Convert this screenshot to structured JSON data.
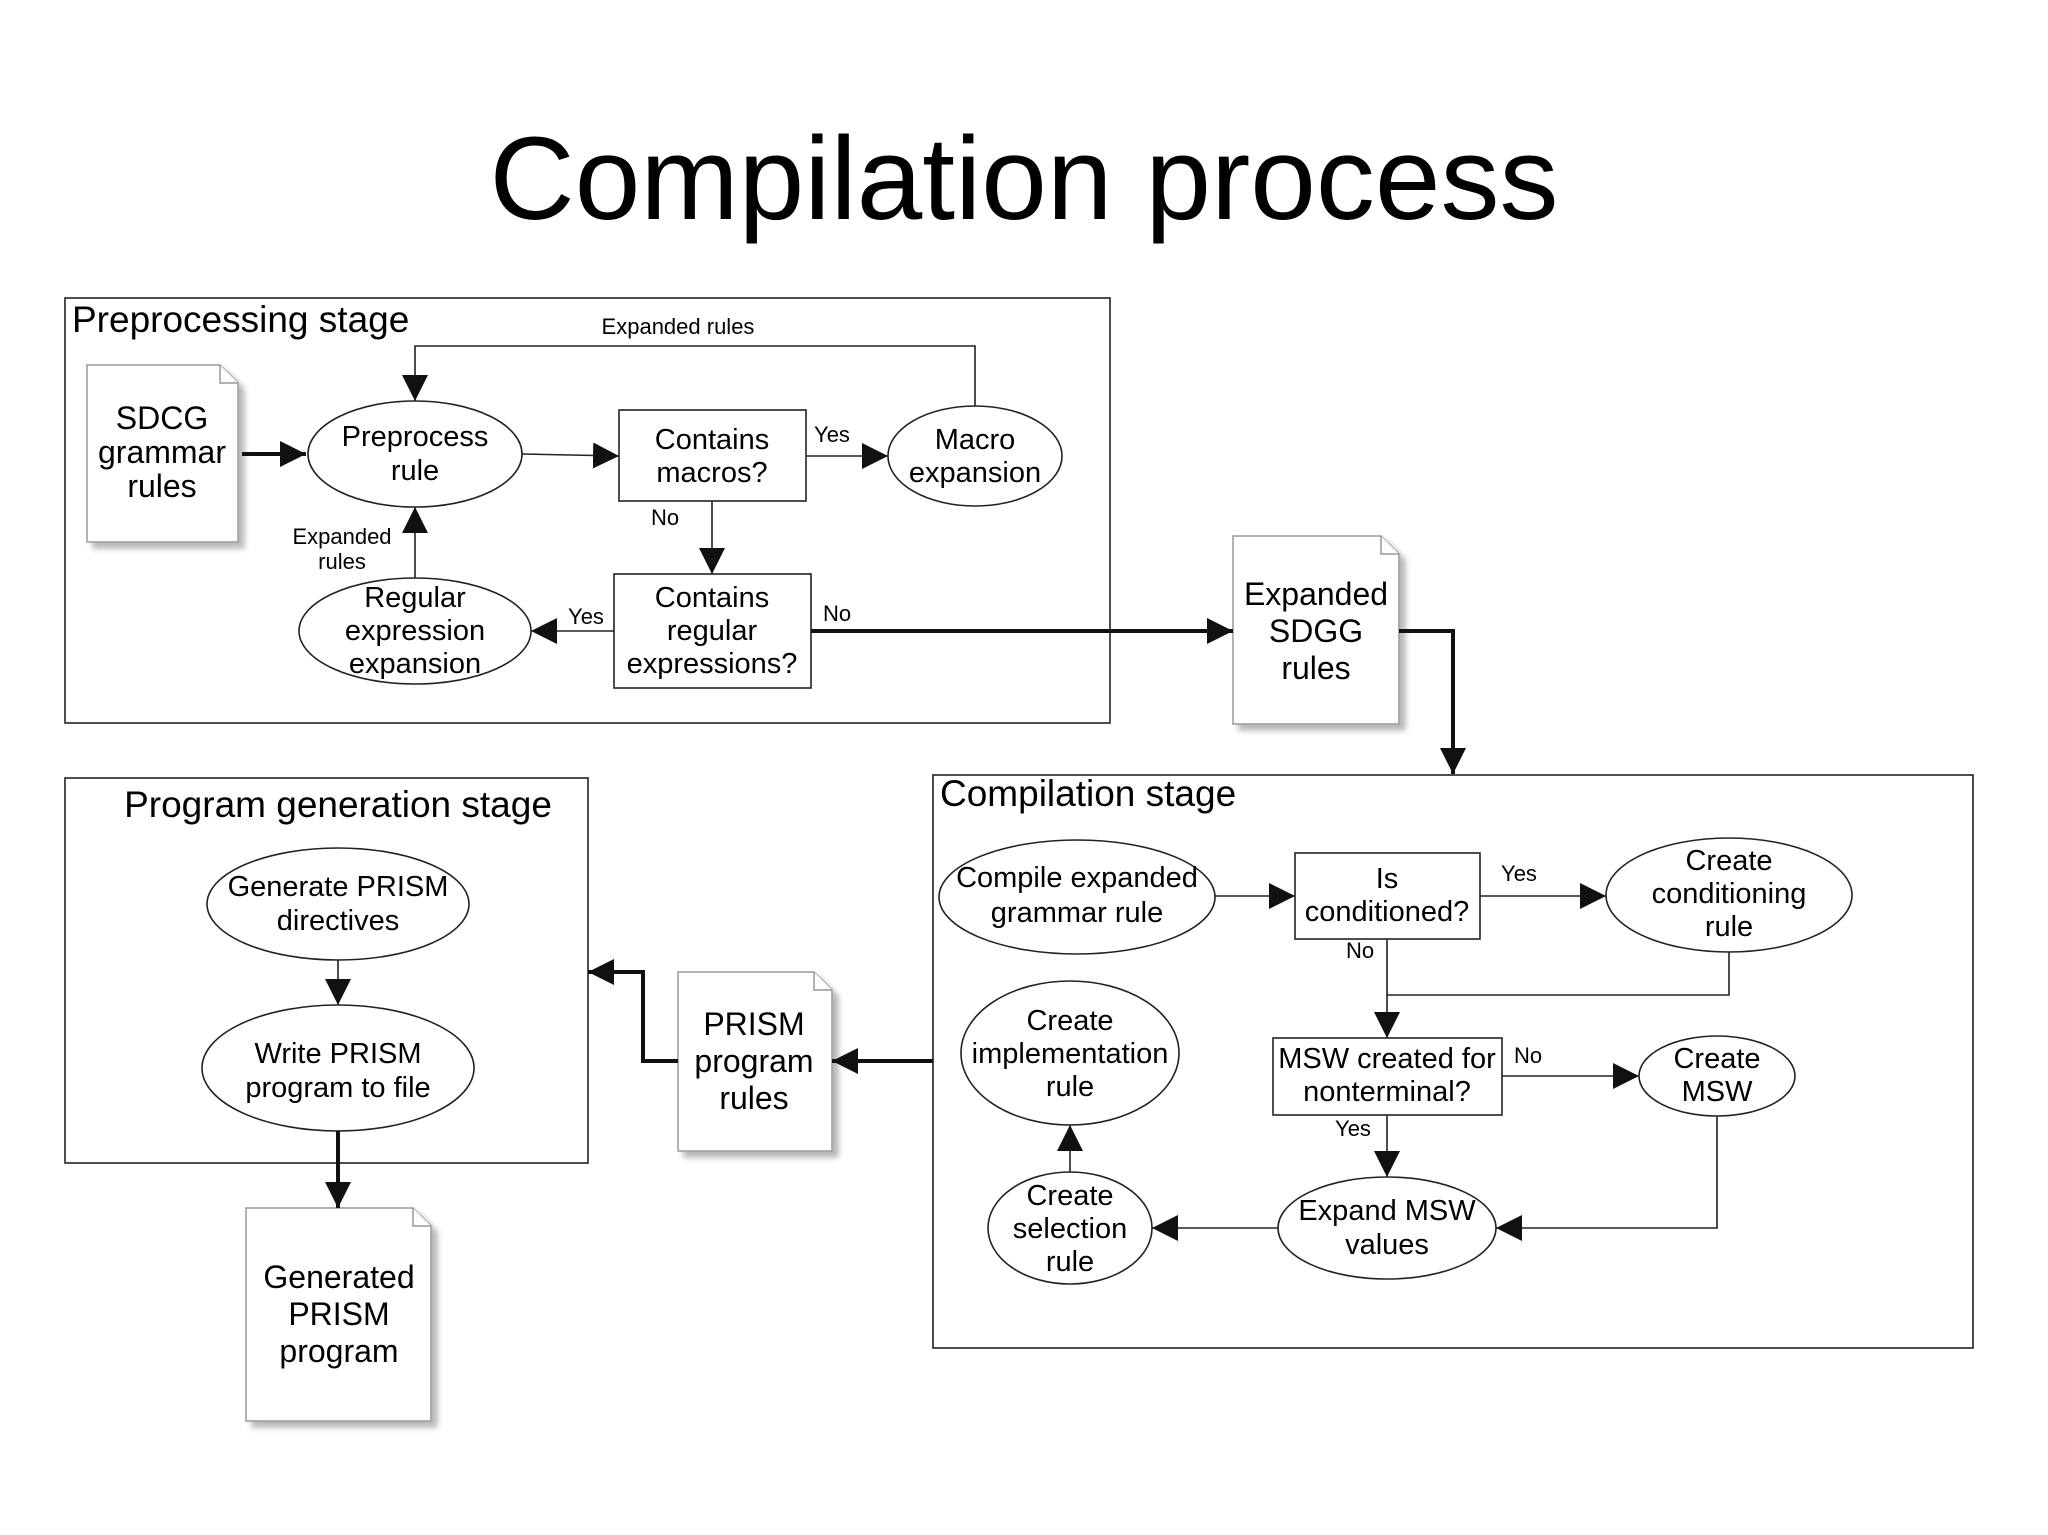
{
  "title": "Compilation process",
  "stages": {
    "preprocessing": "Preprocessing stage",
    "compilation": "Compilation stage",
    "program_generation": "Program generation stage"
  },
  "docs": {
    "sdcg": [
      "SDCG",
      "grammar",
      "rules"
    ],
    "expanded_sdgg": [
      "Expanded",
      "SDGG",
      "rules"
    ],
    "prism_rules": [
      "PRISM",
      "program",
      "rules"
    ],
    "generated": [
      "Generated",
      "PRISM",
      "program"
    ]
  },
  "nodes": {
    "preprocess_rule": [
      "Preprocess",
      "rule"
    ],
    "contains_macros": [
      "Contains",
      "macros?"
    ],
    "macro_expansion": [
      "Macro",
      "expansion"
    ],
    "contains_regex": [
      "Contains",
      "regular",
      "expressions?"
    ],
    "regex_expansion": [
      "Regular",
      "expression",
      "expansion"
    ],
    "compile_expanded": [
      "Compile expanded",
      "grammar rule"
    ],
    "is_conditioned": [
      "Is",
      "conditioned?"
    ],
    "create_conditioning": [
      "Create",
      "conditioning",
      "rule"
    ],
    "create_implementation": [
      "Create",
      "implementation",
      "rule"
    ],
    "msw_created": [
      "MSW created for",
      "nonterminal?"
    ],
    "create_msw": [
      "Create",
      "MSW"
    ],
    "create_selection": [
      "Create",
      "selection",
      "rule"
    ],
    "expand_msw": [
      "Expand MSW",
      "values"
    ],
    "generate_directives": [
      "Generate PRISM",
      "directives"
    ],
    "write_program": [
      "Write PRISM",
      "program to file"
    ]
  },
  "edge_labels": {
    "expanded_rules_top": "Expanded rules",
    "expanded_rules_left": [
      "Expanded",
      "rules"
    ],
    "macros_yes": "Yes",
    "macros_no": "No",
    "regex_yes": "Yes",
    "regex_no": "No",
    "conditioned_yes": "Yes",
    "conditioned_no": "No",
    "msw_no": "No",
    "msw_yes": "Yes"
  }
}
